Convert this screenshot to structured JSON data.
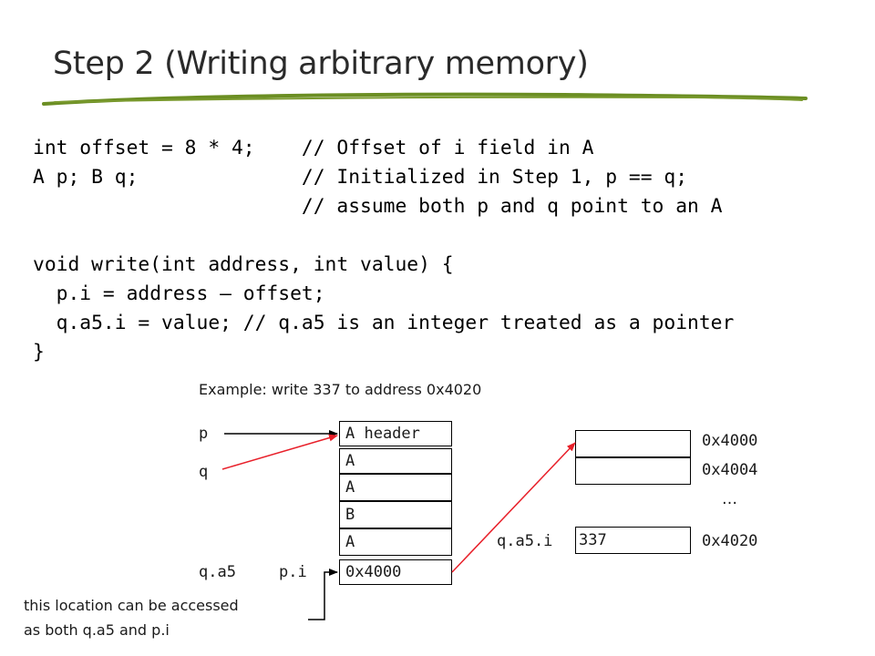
{
  "title": "Step 2 (Writing arbitrary memory)",
  "colors": {
    "underline": "#6b8e23",
    "arrow_red": "#e8202a",
    "arrow_black": "#000000"
  },
  "code_lines": [
    "int offset = 8 * 4;    // Offset of i field in A",
    "A p; B q;              // Initialized in Step 1, p == q;",
    "                       // assume both p and q point to an A",
    "",
    "void write(int address, int value) {",
    "  p.i = address – offset;",
    "  q.a5.i = value; // q.a5 is an integer treated as a pointer",
    "}"
  ],
  "diagram": {
    "caption": "Example: write 337 to address 0x4020",
    "pointer_p": "p",
    "pointer_q": "q",
    "object_cells": [
      "A header",
      "A",
      "A",
      "B",
      "A",
      "0x4000"
    ],
    "label_qa5": "q.a5",
    "label_pi": "p.i",
    "label_qa5i": "q.a5.i",
    "memory_cells": [
      "",
      "",
      "337"
    ],
    "addresses": [
      "0x4000",
      "0x4004",
      "0x4020"
    ],
    "ellipsis": "…",
    "note_line1": "this location can be accessed",
    "note_line2": "as both q.a5 and p.i"
  }
}
